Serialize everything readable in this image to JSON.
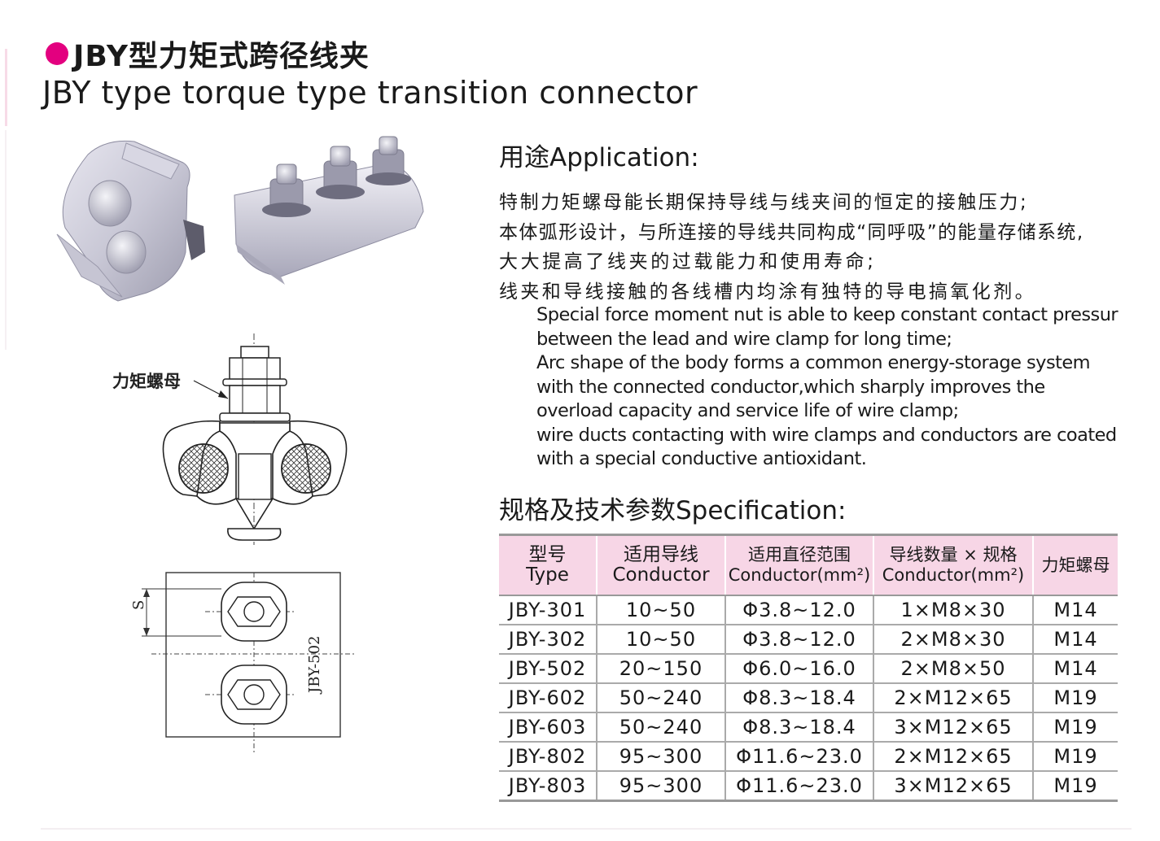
{
  "header": {
    "title_cn": "JBY型力矩式跨径线夹",
    "title_en": "JBY type torque type transition connector"
  },
  "drawing": {
    "torque_nut_label": "力矩螺母",
    "dimension_label": "S",
    "model_label": "JBY-502"
  },
  "application": {
    "heading": "用途Application:",
    "cn_lines": [
      "特制力矩螺母能长期保持导线与线夹间的恒定的接触压力;",
      "本体弧形设计，与所连接的导线共同构成“同呼吸”的能量存储系统,",
      "大大提高了线夹的过载能力和使用寿命;",
      "线夹和导线接触的各线槽内均涂有独特的导电搞氧化剂。"
    ],
    "en_paragraphs": [
      "Special force moment nut is able to keep constant contact pressur between the lead and wire clamp for long time;",
      "Arc shape of the body forms a common energy-storage system with the connected conductor,which sharply improves the overload capacity and service life of wire clamp;",
      "wire ducts contacting with wire clamps and conductors are coated with a special conductive antioxidant."
    ]
  },
  "specification": {
    "heading": "规格及技术参数Specification:",
    "headers": [
      {
        "cn": "型号",
        "en": "Type"
      },
      {
        "cn": "适用导线",
        "en": "Conductor"
      },
      {
        "cn": "适用直径范围",
        "en": "Conductor(mm²)"
      },
      {
        "cn": "导线数量 × 规格",
        "en": "Conductor(mm²)"
      },
      {
        "cn": "力矩螺母",
        "en": ""
      }
    ],
    "rows": [
      [
        "JBY-301",
        "10~50",
        "Φ3.8~12.0",
        "1×M8×30",
        "M14"
      ],
      [
        "JBY-302",
        "10~50",
        "Φ3.8~12.0",
        "2×M8×30",
        "M14"
      ],
      [
        "JBY-502",
        "20~150",
        "Φ6.0~16.0",
        "2×M8×50",
        "M14"
      ],
      [
        "JBY-602",
        "50~240",
        "Φ8.3~18.4",
        "2×M12×65",
        "M19"
      ],
      [
        "JBY-603",
        "50~240",
        "Φ8.3~18.4",
        "3×M12×65",
        "M19"
      ],
      [
        "JBY-802",
        "95~300",
        "Φ11.6~23.0",
        "2×M12×65",
        "M19"
      ],
      [
        "JBY-803",
        "95~300",
        "Φ11.6~23.0",
        "3×M12×65",
        "M19"
      ]
    ]
  },
  "colors": {
    "accent_bullet": "#e3007f",
    "table_header_bg": "#f7d6e6"
  }
}
